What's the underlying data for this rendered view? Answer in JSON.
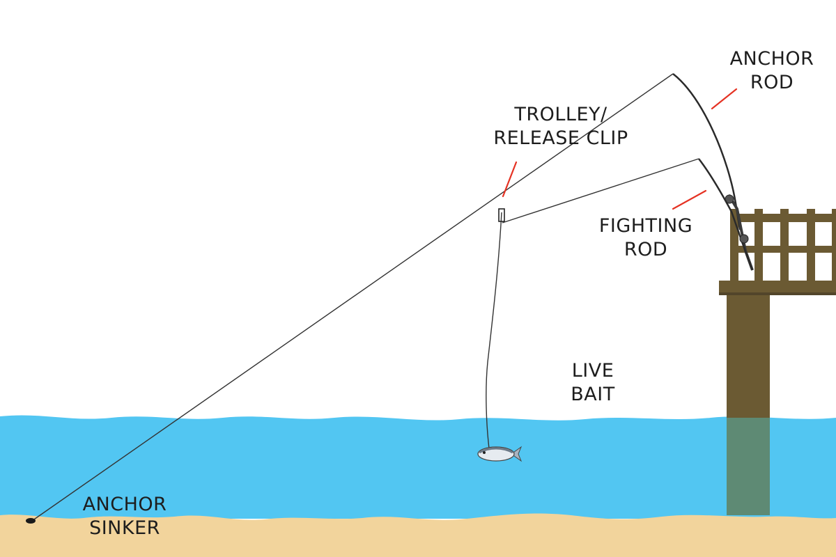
{
  "labels": {
    "anchor_rod": [
      "ANCHOR",
      "ROD"
    ],
    "trolley_release_clip": [
      "TROLLEY/",
      "RELEASE CLIP"
    ],
    "fighting_rod": [
      "FIGHTING",
      "ROD"
    ],
    "live_bait": [
      "LIVE",
      "BAIT"
    ],
    "anchor_sinker": [
      "ANCHOR",
      "SINKER"
    ]
  },
  "colors": {
    "water": "#52c6f2",
    "sand": "#f2d49c",
    "pier_wood": "#6b5a33",
    "pier_piling_submerged": "#5e8a74",
    "leader_line": "#e53223",
    "fishing_line": "#333333"
  }
}
